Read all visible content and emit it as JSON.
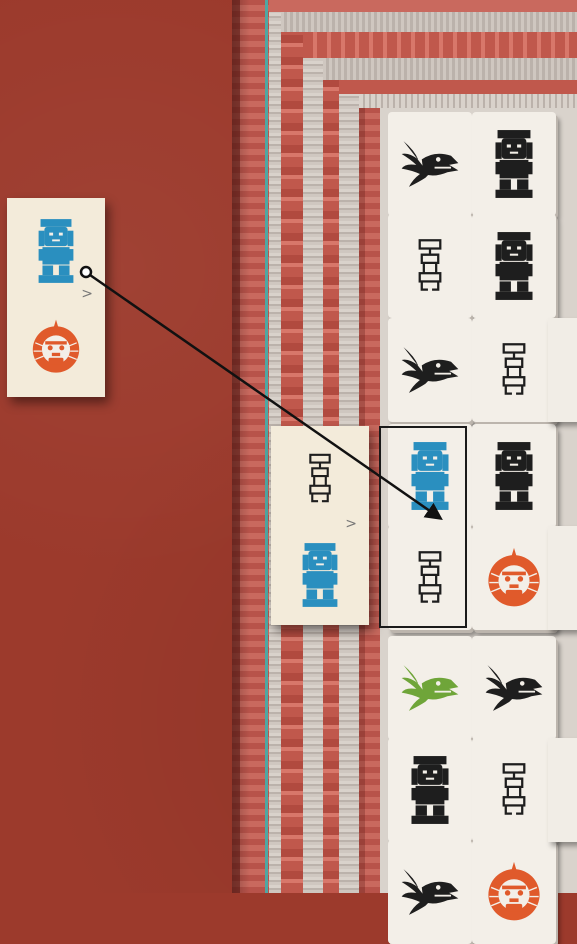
{
  "board": {
    "tiles": [
      {
        "symbol": "serpent-head",
        "color": "#1e1e1e"
      },
      {
        "symbol": "idol-figure",
        "color": "#1e1e1e"
      },
      {
        "symbol": "glyph-column",
        "color": "#1e1e1e"
      },
      {
        "symbol": "idol-figure",
        "color": "#1e1e1e"
      },
      {
        "symbol": "serpent-head",
        "color": "#1e1e1e"
      },
      {
        "symbol": "glyph-column",
        "color": "#1e1e1e"
      },
      {
        "symbol": "idol-figure",
        "color": "#2a8fbf"
      },
      {
        "symbol": "idol-figure",
        "color": "#1e1e1e"
      },
      {
        "symbol": "glyph-column",
        "color": "#1e1e1e"
      },
      {
        "symbol": "sun-mask",
        "color": "#e05a2b"
      },
      {
        "symbol": "serpent-head",
        "color": "#6fa539"
      },
      {
        "symbol": "serpent-head",
        "color": "#1e1e1e"
      },
      {
        "symbol": "idol-figure",
        "color": "#1e1e1e"
      },
      {
        "symbol": "glyph-column",
        "color": "#1e1e1e"
      },
      {
        "symbol": "serpent-head",
        "color": "#1e1e1e"
      },
      {
        "symbol": "sun-mask",
        "color": "#e05a2b"
      }
    ]
  },
  "hint_cards": [
    {
      "top_symbol": "idol-figure",
      "top_color": "#2a8fbf",
      "bottom_symbol": "sun-mask",
      "bottom_color": "#e05a2b",
      "chevron": ">"
    },
    {
      "top_symbol": "glyph-column",
      "top_color": "#1e1e1e",
      "bottom_symbol": "idol-figure",
      "bottom_color": "#2a8fbf",
      "chevron": ">"
    }
  ],
  "colors": {
    "background": "#9c3a2c",
    "tile_face": "#f3efe8",
    "highlight_border": "#1a1a1a"
  }
}
